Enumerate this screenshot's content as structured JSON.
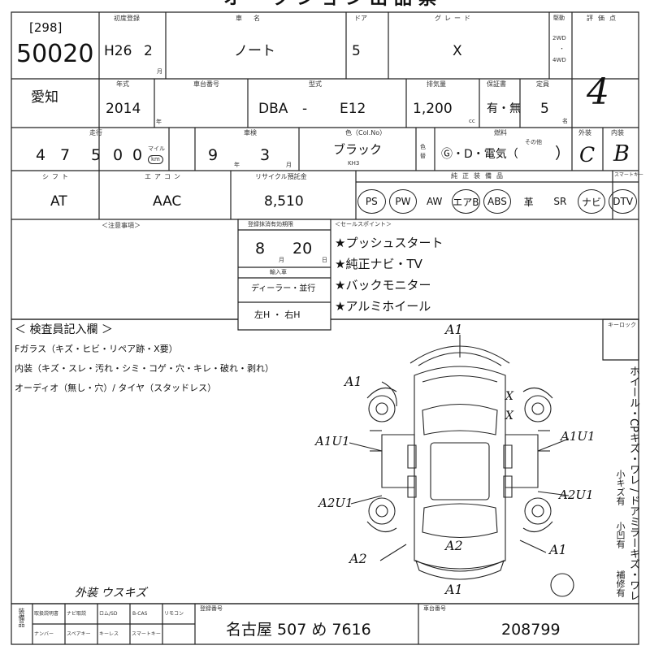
{
  "title": "オークション出品票",
  "lot": {
    "code": "[298]",
    "number": "50020"
  },
  "labels": {
    "first_reg": "初度登録",
    "car_name": "車名",
    "door": "ドア",
    "grade": "グレード",
    "drive": "駆動",
    "score": "評価点",
    "month": "月",
    "year_model": "年式",
    "vehicle_id": "車台番号",
    "model": "型式",
    "displacement": "排気量",
    "warranty": "保証書",
    "capacity": "定員",
    "mileage": "走行",
    "mileage_unit": "マイル",
    "shaken": "車検",
    "color": "色（Col.No）",
    "fuel": "燃料",
    "exterior": "外装",
    "interior": "内装",
    "shift": "シフト",
    "aircon": "エアコン",
    "recycle": "リサイクル預託金",
    "equipment": "純正装備品",
    "ac_label": "エアコン",
    "notes": "＜注意事項＞",
    "expiry": "登録抹消有効期限",
    "entry": "輸入車",
    "sales_points": "＜セールスポイント＞",
    "inspector": "＜ 検査員記入欄 ＞",
    "keyless": "キーロック",
    "cc": "cc",
    "persons": "名",
    "year_suffix": "年",
    "day_suffix": "日",
    "color_label": "色替",
    "km": "km",
    "fuel_other": "その他",
    "smart_key": "スマートキー"
  },
  "first_reg": {
    "era_year": "H26",
    "month": "2"
  },
  "car_name": "ノート",
  "door": "5",
  "grade": "X",
  "drive": [
    "2WD",
    "・",
    "4WD"
  ],
  "score": "4",
  "year": "2014",
  "model": {
    "prefix": "DBA",
    "dash": "-",
    "code": "E12"
  },
  "displacement": "1,200",
  "warranty": "有・無",
  "capacity": "5",
  "mileage": {
    "d1": "4",
    "d2": "7",
    "d3": "5",
    "d4": "0",
    "d5": "0"
  },
  "shaken": {
    "year": "9",
    "month": "3"
  },
  "color": {
    "name": "ブラック",
    "code": "KH3"
  },
  "fuel": {
    "text": "Ⓖ・D・電気（",
    "close": "）"
  },
  "ext_score": "C",
  "int_score": "B",
  "shift": "AT",
  "aircon": "AAC",
  "recycle": "8,510",
  "equipment": [
    "PS",
    "PW",
    "AW",
    "エアB",
    "ABS",
    "革",
    "SR",
    "ナビ",
    "DTV"
  ],
  "equipment_circled": [
    "PS",
    "PW",
    "エアB",
    "ABS",
    "ナビ",
    "DTV"
  ],
  "expiry": {
    "month": "8",
    "day": "20"
  },
  "import_note": "ディーラー・並行",
  "handle": "左H ・ 右H",
  "sales_points": [
    "★プッシュスタート",
    "★純正ナビ・TV",
    "★バックモニター",
    "★アルミホイール"
  ],
  "inspection_lines": [
    "Fガラス（キズ・ヒビ・リペア跡・X要）",
    "内装（キズ・スレ・汚れ・シミ・コゲ・穴・キレ・破れ・剥れ）",
    "オーディオ（無し・穴）/ タイヤ（スタッドレス）"
  ],
  "side_note": "ホイール・CPキズ・ワレ / ドアミラーキズ・ワレ",
  "side_marks": [
    "小キズ有",
    "小凹有",
    "補修有"
  ],
  "diagram_marks": {
    "front": "A1",
    "fl": "A1",
    "left_door": "A1U1",
    "right_door": "A1U1",
    "left_rear": "A2U1",
    "right_rear": "A2U1",
    "rl": "A2",
    "rear": "A2",
    "rr": "A1",
    "bottom": "A1",
    "x1": "X",
    "x2": "X"
  },
  "handwritten": "外装 ウスキズ",
  "bottom": {
    "equip_labels": [
      "取扱説明書",
      "ナビ取説",
      "ロム/SD",
      "B-CAS",
      "リモコン",
      "ナンバー",
      "スペアキー",
      "キーレス",
      "スマートキー"
    ],
    "reg_label": "登録番号",
    "reg": "名古屋 507 め 7616",
    "chassis_label": "車台番号",
    "chassis": "208799",
    "side_label": "装備品"
  }
}
